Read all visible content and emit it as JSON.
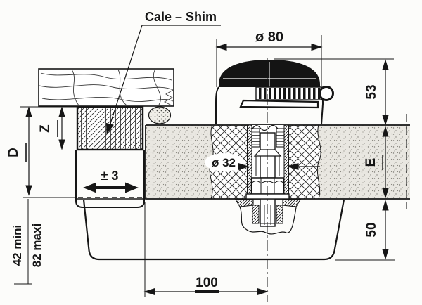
{
  "diagram": {
    "title_label": "Cale – Shim",
    "dim_dia80": "ø 80",
    "dim_53": "53",
    "dim_Z": "Z",
    "dim_D": "D",
    "dim_pm3": "± 3",
    "dim_dia32": "ø 32",
    "dim_E": "E",
    "dim_50": "50",
    "dim_42mini": "42 mini",
    "dim_82maxi": "82 maxi",
    "dim_100": "100"
  },
  "colors": {
    "ink": "#161616",
    "paper": "#fcfcfa",
    "slab_stipple": "#e9e7e1",
    "cap_fill": "#141414"
  }
}
